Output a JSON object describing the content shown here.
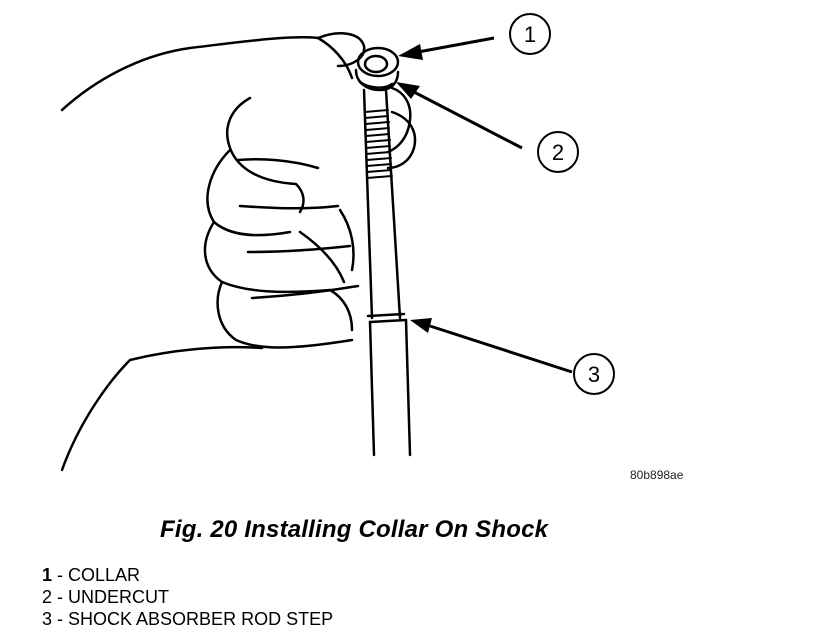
{
  "figure": {
    "code": "80b898ae",
    "caption": "Fig. 20 Installing Collar On Shock"
  },
  "callouts": [
    {
      "number": "1",
      "label": "COLLAR"
    },
    {
      "number": "2",
      "label": "UNDERCUT"
    },
    {
      "number": "3",
      "label": "SHOCK ABSORBER ROD STEP"
    }
  ],
  "legend_separator": " - "
}
